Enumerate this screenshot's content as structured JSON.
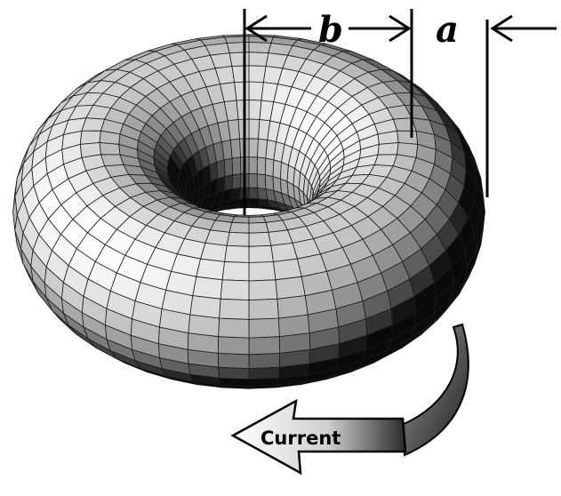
{
  "labels": {
    "minor_radius": "a",
    "major_radius": "b",
    "current": "Current"
  },
  "colors": {
    "torus_light": "#ffffff",
    "torus_dark": "#050505",
    "mesh_lines": "#1a1a1a",
    "arrow_light": "#ffffff",
    "arrow_dark": "#2a2a2a"
  },
  "mesh": {
    "toroidal_segments": 48,
    "poloidal_segments": 28
  }
}
